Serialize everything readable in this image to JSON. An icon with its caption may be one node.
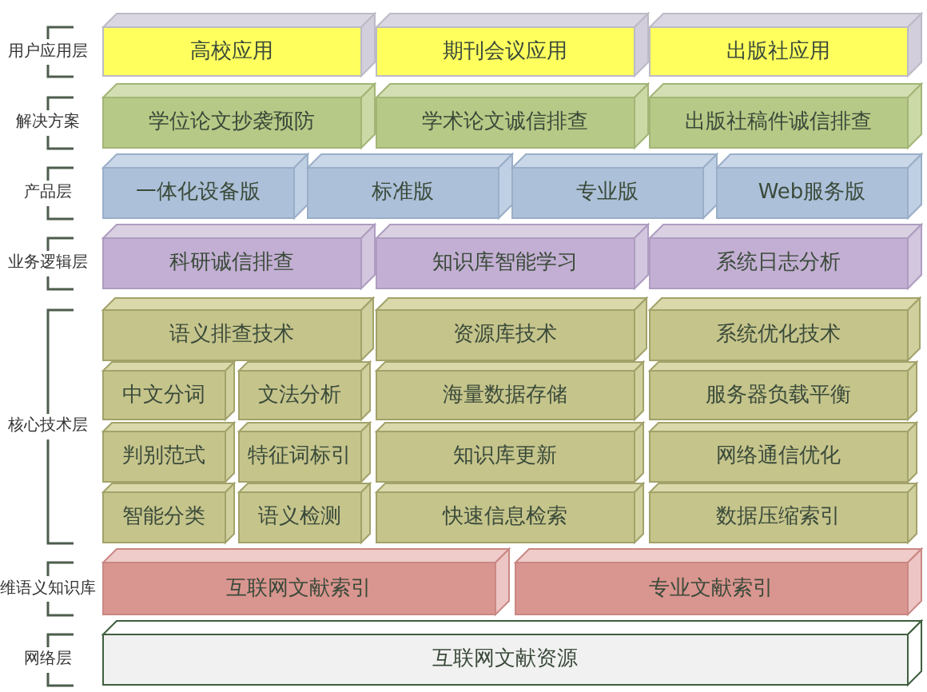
{
  "diagram": {
    "nodes": [
      {
        "text": [
          "高校应用"
        ]
      },
      {
        "text": [
          "期刊会议应用"
        ]
      },
      {
        "text": [
          "出版社应用"
        ]
      },
      {
        "text": [
          "学位论文抄袭预防"
        ]
      },
      {
        "text": [
          "学术论文诚信排查"
        ]
      },
      {
        "text": [
          "出版社稿件诚信排查"
        ]
      },
      {
        "text": [
          "一体化设备版"
        ]
      },
      {
        "text": [
          "标准版"
        ]
      },
      {
        "text": [
          "专业版"
        ]
      },
      {
        "text": [
          "Web服务版"
        ]
      },
      {
        "text": [
          "科研诚信排查"
        ]
      },
      {
        "text": [
          "知识库智能学习"
        ]
      },
      {
        "text": [
          "系统日志分析"
        ]
      },
      {
        "text": [
          "语义排查技术"
        ]
      },
      {
        "text": [
          "资源库技术"
        ]
      },
      {
        "text": [
          "系统优化技术"
        ]
      },
      {
        "text": [
          "中文分词"
        ]
      },
      {
        "text": [
          "文法分析"
        ]
      },
      {
        "text": [
          "海量数据存储"
        ]
      },
      {
        "text": [
          "服务器负载平衡"
        ]
      },
      {
        "text": [
          "判别范式"
        ]
      },
      {
        "text": [
          "特征词标引"
        ]
      },
      {
        "text": [
          "知识库更新"
        ]
      },
      {
        "text": [
          "网络通信优化"
        ]
      },
      {
        "text": [
          "智能分类"
        ]
      },
      {
        "text": [
          "语义检测"
        ]
      },
      {
        "text": [
          "快速信息检索"
        ]
      },
      {
        "text": [
          "数据压缩索引"
        ]
      },
      {
        "text": [
          "互联网文献索引"
        ]
      },
      {
        "text": [
          "专业文献索引"
        ]
      },
      {
        "text": [
          "互联网文献资源"
        ]
      }
    ],
    "labels": [
      "用户应用层",
      "解决方案",
      "产品层",
      "业务逻辑层",
      "核心技术层",
      "维语义知识库",
      "网络层"
    ]
  }
}
